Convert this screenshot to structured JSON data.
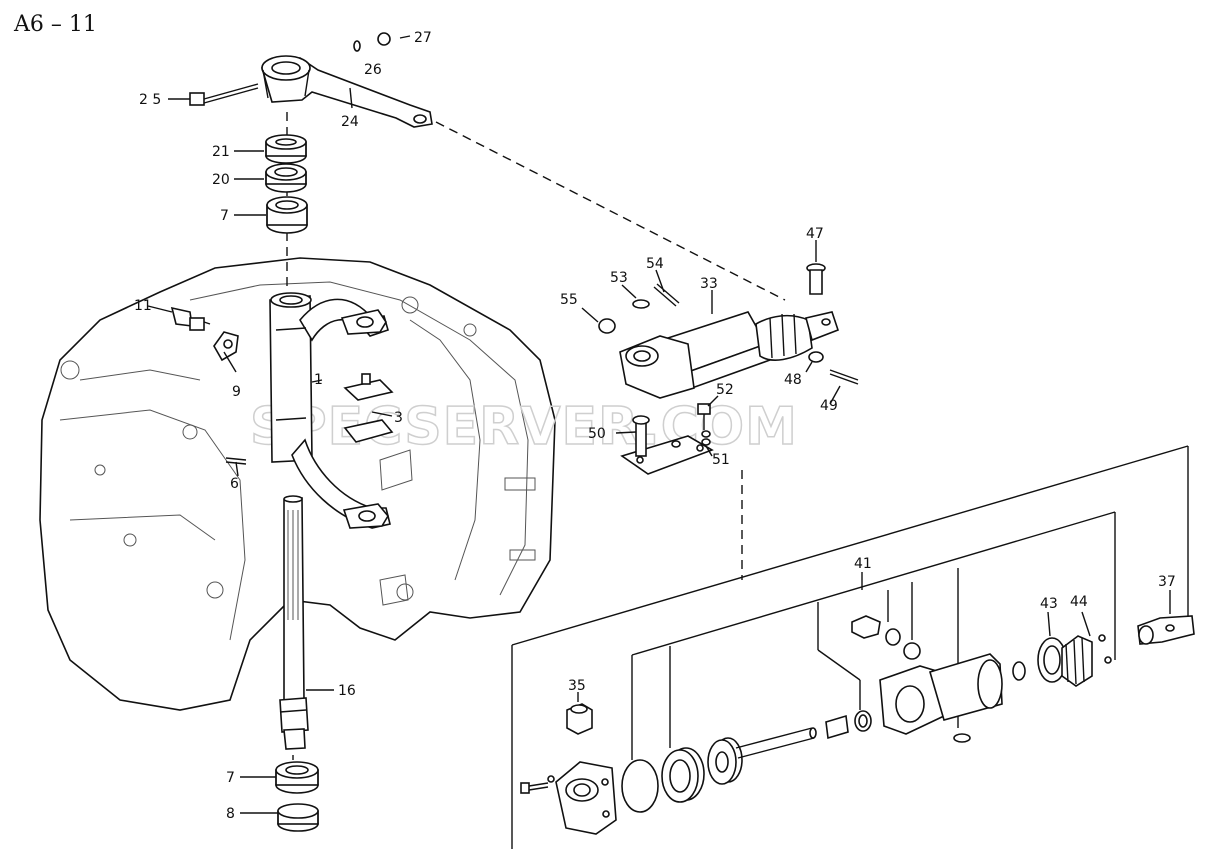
{
  "diagram": {
    "title": "A6 – 11",
    "watermark": "SPECSERVER.COM",
    "labels": {
      "p1": "1",
      "p3": "3",
      "p6": "6",
      "p7a": "7",
      "p7b": "7",
      "p8": "8",
      "p9": "9",
      "p11": "11",
      "p16": "16",
      "p20": "20",
      "p21": "21",
      "p24": "24",
      "p25": "2 5",
      "p26": "26",
      "p27": "27",
      "p33": "33",
      "p35": "35",
      "p37": "37",
      "p41": "41",
      "p43": "43",
      "p44": "44",
      "p47": "47",
      "p48": "48",
      "p49": "49",
      "p50": "50",
      "p51": "51",
      "p52": "52",
      "p53": "53",
      "p54": "54",
      "p55": "55"
    }
  }
}
